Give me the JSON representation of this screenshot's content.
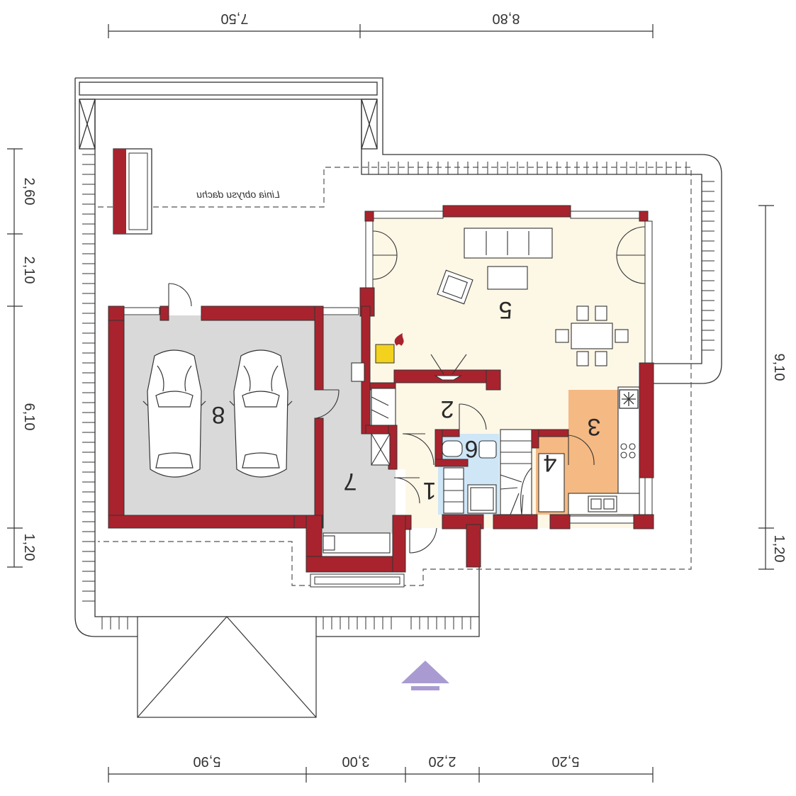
{
  "dimensions": {
    "top": [
      "7,50",
      "8,80"
    ],
    "bottom": [
      "5,90",
      "3,00",
      "2,20",
      "5,20"
    ],
    "left": [
      "2,60",
      "2,10",
      "6,10",
      "1,20"
    ],
    "right": [
      "9,10",
      "1,20"
    ]
  },
  "rooms": {
    "r1": "1",
    "r2": "2",
    "r3": "3",
    "r4": "4",
    "r5": "5",
    "r6": "6",
    "r7": "7",
    "r8": "8"
  },
  "roof_outline_label": "Linia obrysu dachu",
  "colors": {
    "wall": "#a8232d",
    "garage_floor": "#d9d9d9",
    "living_floor": "#fdf7e6",
    "kitchen_floor": "#f5b983",
    "bathroom_floor": "#cfe6f7",
    "fireplace": "#f2d21c",
    "entrance_arrow": "#a99bd2"
  },
  "icons": [
    "fireplace-flame-icon",
    "fridge-snowflake-icon",
    "entrance-arrow-icon",
    "car-icon"
  ]
}
